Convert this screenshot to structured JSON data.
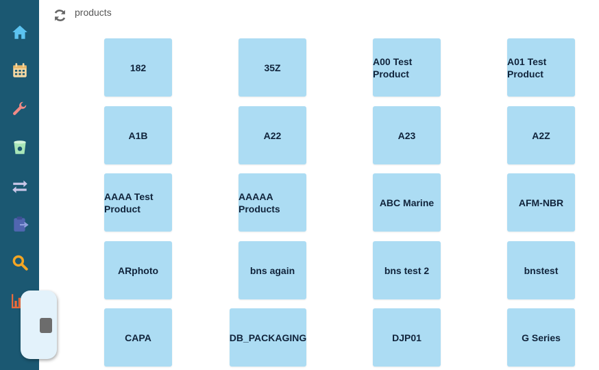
{
  "sidebar": {
    "items": [
      {
        "icon": "home-icon",
        "color": "#5cc3f0"
      },
      {
        "icon": "calendar-icon",
        "color": "#f6d9a3"
      },
      {
        "icon": "wrench-icon",
        "color": "#f08a86"
      },
      {
        "icon": "bucket-icon",
        "color": "#a8e6b8"
      },
      {
        "icon": "transfer-arrows-icon",
        "color": "#c9c6e8"
      },
      {
        "icon": "clipboard-icon",
        "color": "#5066b0"
      },
      {
        "icon": "search-icon",
        "color": "#f5a623"
      },
      {
        "icon": "bar-chart-icon",
        "color": "#ef6b3a"
      }
    ]
  },
  "header": {
    "refresh_icon": "refresh-icon",
    "title": "products"
  },
  "colors": {
    "sidebar_bg": "#1b5872",
    "tile_bg": "#acdcf3",
    "tile_text": "#10233a"
  },
  "products": [
    "182",
    "35Z",
    "A00 Test Product",
    "A01 Test Product",
    "A1B",
    "A22",
    "A23",
    "A2Z",
    "AAAA Test Product",
    "AAAAA Products",
    "ABC Marine",
    "AFM-NBR",
    "ARphoto",
    "bns again",
    "bns test 2",
    "bnstest",
    "CAPA",
    "DB_PACKAGING",
    "DJP01",
    "G Series"
  ]
}
